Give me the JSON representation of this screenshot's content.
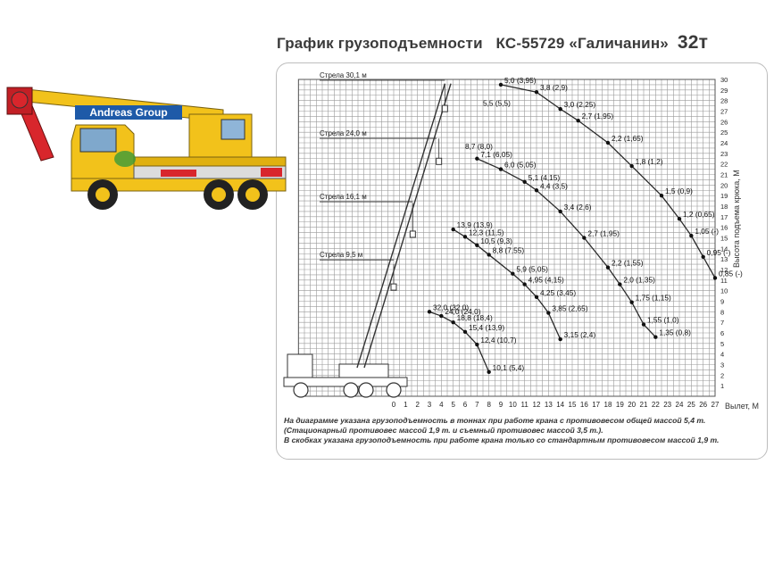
{
  "title": {
    "main": "График грузоподъемности",
    "model": "КС-55729 «Галичанин»",
    "capacity": "32т"
  },
  "logo_text": "Andreas Group",
  "notes": [
    "На диаграмме указана грузоподъемность в тоннах при работе крана с противовесом общей массой 5,4 т.",
    "(Стационарный противовес массой 1,9 т. и съемный противовес массой 3,5 т.).",
    "В скобках указана грузоподъемность при работе крана только со стандартным противовесом массой 1,9 т."
  ],
  "colors": {
    "grid": "#9a9a9a",
    "curve": "#2a2a2a",
    "crane_yellow": "#f2c21b",
    "crane_red": "#d8262c"
  },
  "chart_data": {
    "type": "line",
    "xlabel": "Вылет, М",
    "ylabel": "Высота подъема крюка, М",
    "xlim": [
      0,
      27
    ],
    "ylim": [
      0,
      30
    ],
    "x_ticks": [
      "0",
      "1",
      "2",
      "3",
      "4",
      "5",
      "6",
      "7",
      "8",
      "9",
      "10",
      "11",
      "12",
      "13",
      "14",
      "15",
      "16",
      "17",
      "18",
      "19",
      "20",
      "21",
      "22",
      "23",
      "24",
      "25",
      "26",
      "27"
    ],
    "y_ticks": [
      "1",
      "2",
      "3",
      "4",
      "5",
      "6",
      "7",
      "8",
      "9",
      "10",
      "11",
      "12",
      "13",
      "14",
      "15",
      "16",
      "17",
      "18",
      "19",
      "20",
      "21",
      "22",
      "23",
      "24",
      "25",
      "26",
      "27",
      "28",
      "29",
      "30"
    ],
    "grid": true,
    "booms": [
      {
        "label": "Стрела 30,1 м",
        "y": 30
      },
      {
        "label": "Стрела 24,0 м",
        "y": 24.5
      },
      {
        "label": "Стрела 16,1 м",
        "y": 18.5
      },
      {
        "label": "Стрела 9,5 м",
        "y": 13
      }
    ],
    "series": [
      {
        "points": [
          {
            "x": 9,
            "y": 29.5,
            "label": "5,0 (3,95)"
          },
          {
            "x": 12,
            "y": 28.8,
            "label": "3,8 (2,9)"
          },
          {
            "x": 14,
            "y": 27.2,
            "label": "3,0 (2,25)"
          },
          {
            "x": 15.5,
            "y": 26.1,
            "label": "2,7 (1,95)"
          },
          {
            "x": 18,
            "y": 24.0,
            "label": "2,2 (1,65)"
          },
          {
            "x": 20,
            "y": 21.8,
            "label": "1,8 (1,2)"
          },
          {
            "x": 22.5,
            "y": 19.0,
            "label": "1,5 (0,9)"
          },
          {
            "x": 24,
            "y": 16.8,
            "label": "1,2 (0,65)"
          },
          {
            "x": 25,
            "y": 15.2,
            "label": "1,05 (-)"
          },
          {
            "x": 26,
            "y": 13.2,
            "label": "0,95 (-)"
          },
          {
            "x": 27,
            "y": 11.2,
            "label": "0,85 (-)"
          }
        ]
      },
      {
        "points": [
          {
            "x": 7,
            "y": 22.5,
            "label": "7,1 (6,05)"
          },
          {
            "x": 9,
            "y": 21.5,
            "label": "6,0 (5,05)"
          },
          {
            "x": 11,
            "y": 20.3,
            "label": "5,1 (4,15)"
          },
          {
            "x": 12,
            "y": 19.5,
            "label": "4,4 (3,5)"
          },
          {
            "x": 14,
            "y": 17.5,
            "label": "3,4 (2,6)"
          },
          {
            "x": 16,
            "y": 15.0,
            "label": "2,7 (1,95)"
          },
          {
            "x": 18,
            "y": 12.2,
            "label": "2,2 (1,55)"
          },
          {
            "x": 19,
            "y": 10.6,
            "label": "2,0 (1,35)"
          },
          {
            "x": 20,
            "y": 8.9,
            "label": "1,75 (1,15)"
          },
          {
            "x": 21,
            "y": 6.8,
            "label": "1,55 (1,0)"
          },
          {
            "x": 22,
            "y": 5.6,
            "label": "1,35 (0,8)"
          }
        ]
      },
      {
        "points": [
          {
            "x": 5,
            "y": 15.8,
            "label": "13,9 (13,9)"
          },
          {
            "x": 6,
            "y": 15.1,
            "label": "12,3 (11,5)"
          },
          {
            "x": 7,
            "y": 14.3,
            "label": "10,5 (9,3)"
          },
          {
            "x": 8,
            "y": 13.4,
            "label": "8,8 (7,55)"
          },
          {
            "x": 10,
            "y": 11.6,
            "label": "5,9 (5,05)"
          },
          {
            "x": 11,
            "y": 10.6,
            "label": "4,95 (4,15)"
          },
          {
            "x": 12,
            "y": 9.4,
            "label": "4,25 (3,45)"
          },
          {
            "x": 13,
            "y": 7.9,
            "label": "3,85 (2,65)"
          },
          {
            "x": 14,
            "y": 5.4,
            "label": "3,15 (2,4)"
          }
        ]
      },
      {
        "points": [
          {
            "x": 3,
            "y": 8.0,
            "label": "32,0 (32,0)"
          },
          {
            "x": 4,
            "y": 7.6,
            "label": "24,0 (24,0)"
          },
          {
            "x": 5,
            "y": 7.0,
            "label": "18,8 (18,4)"
          },
          {
            "x": 6,
            "y": 6.1,
            "label": "15,4 (13,9)"
          },
          {
            "x": 7,
            "y": 4.9,
            "label": "12,4 (10,7)"
          },
          {
            "x": 8,
            "y": 2.3,
            "label": "10,1 (5,4)"
          }
        ]
      }
    ],
    "extra_labels": [
      {
        "x": 7.5,
        "y": 27.5,
        "label": "5,5 (5,5)"
      },
      {
        "x": 6,
        "y": 23.4,
        "label": "8,7 (8,0)"
      }
    ]
  }
}
